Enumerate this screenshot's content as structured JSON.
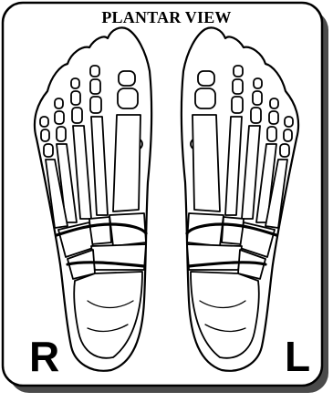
{
  "title": "PLANTAR VIEW",
  "feet": {
    "right": {
      "letter": "R"
    },
    "left": {
      "letter": "L"
    }
  }
}
